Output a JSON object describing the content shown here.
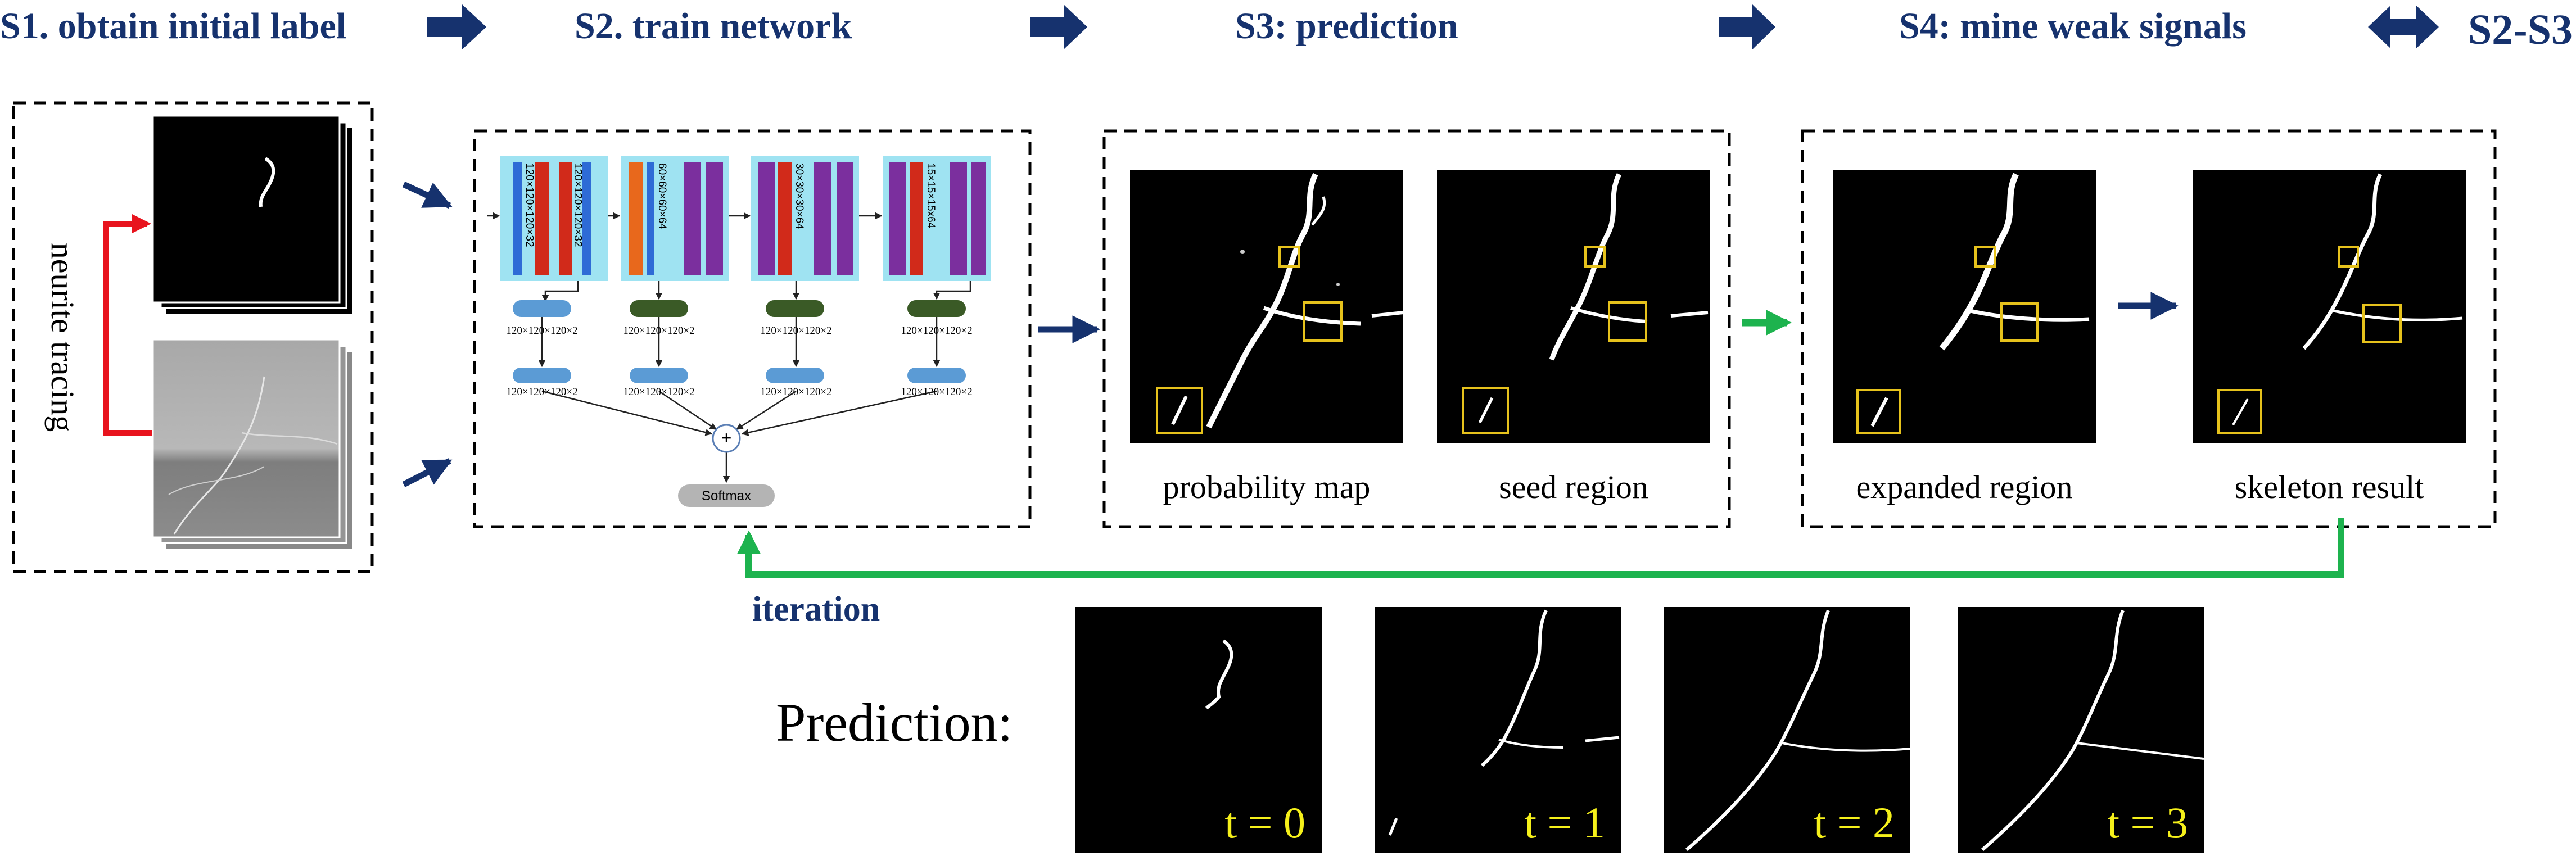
{
  "steps": {
    "s1": "S1. obtain initial label",
    "s2": "S2. train network",
    "s3": "S3: prediction",
    "s4": "S4: mine weak signals",
    "loop": "S2-S3"
  },
  "s1_panel": {
    "vertical_label": "neurite tracing"
  },
  "network": {
    "encoder_blocks": [
      "120×120×120×32",
      "120×120×120×32",
      "60×60×60×64",
      "30×30×30×64",
      "15×15×15x64"
    ],
    "mid_labels": [
      "120×120×120×2",
      "120×120×120×2",
      "120×120×120×2",
      "120×120×120×2"
    ],
    "low_labels": [
      "120×120×120×2",
      "120×120×120×2",
      "120×120×120×2",
      "120×120×120×2"
    ],
    "plus": "+",
    "softmax": "Softmax"
  },
  "s3_panel": {
    "label_left": "probability map",
    "label_right": "seed region"
  },
  "s4_panel": {
    "label_left": "expanded region",
    "label_right": "skeleton result"
  },
  "iteration_label": "iteration",
  "prediction": {
    "label": "Prediction:",
    "frames": [
      "t = 0",
      "t = 1",
      "t = 2",
      "t = 3"
    ]
  },
  "colors": {
    "navy": "#16326e",
    "green": "#1db34e",
    "red": "#e8141e",
    "yellow_box": "#e6c21c",
    "yellow_text": "#f5f01a"
  }
}
